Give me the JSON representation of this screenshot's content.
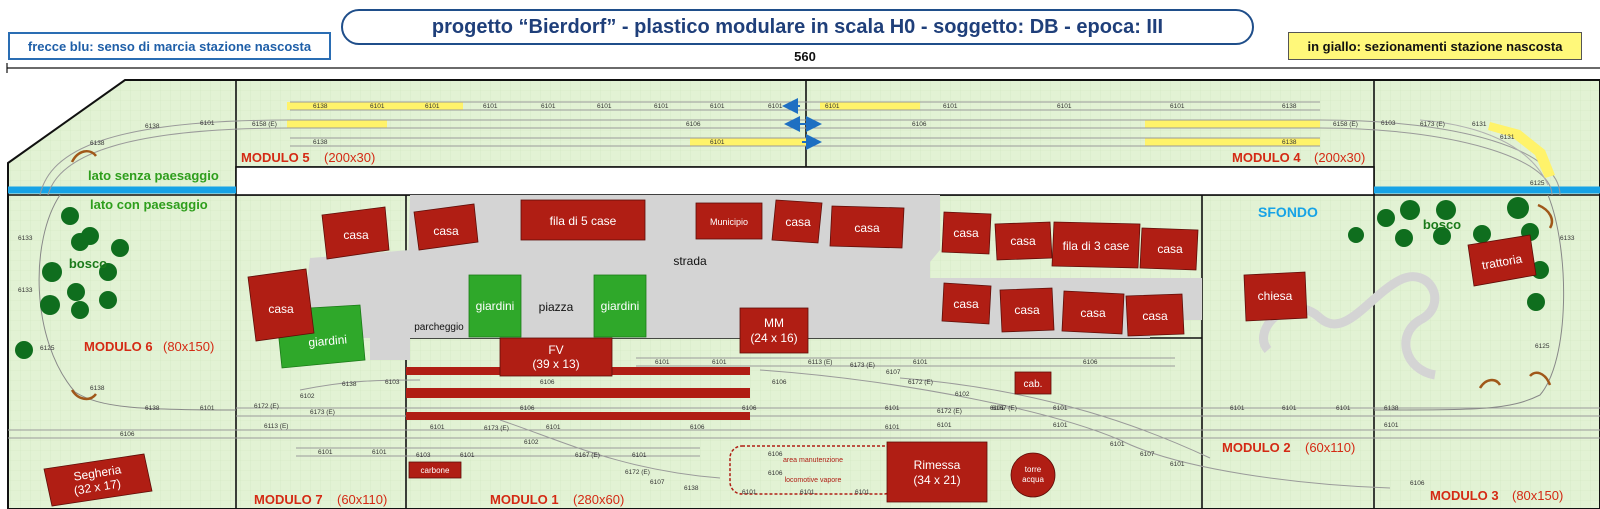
{
  "header": {
    "title": "progetto “Bierdorf” -  plastico modulare in scala H0  -  soggetto: DB  -  epoca: III",
    "left_note": "frecce blu: senso di marcia stazione nascosta",
    "right_note": "in giallo: sezionamenti stazione nascosta",
    "total_length": "560"
  },
  "side_labels": {
    "no_landscape": "lato senza paesaggio",
    "with_landscape": "lato con paesaggio",
    "background": "SFONDO"
  },
  "modules": {
    "m1": {
      "name": "MODULO 1",
      "size": "(280x60)"
    },
    "m2": {
      "name": "MODULO 2",
      "size": "(60x110)"
    },
    "m3": {
      "name": "MODULO 3",
      "size": "(80x150)"
    },
    "m4": {
      "name": "MODULO 4",
      "size": "(200x30)"
    },
    "m5": {
      "name": "MODULO 5",
      "size": "(200x30)"
    },
    "m6": {
      "name": "MODULO 6",
      "size": "(80x150)"
    },
    "m7": {
      "name": "MODULO 7",
      "size": "(60x110)"
    }
  },
  "buildings": {
    "casa": "casa",
    "fila5": "fila di 5 case",
    "municipio": "Municipio",
    "fila3": "fila di 3 case",
    "chiesa": "chiesa",
    "trattoria": "trattoria",
    "mm": "MM",
    "mm_size": "(24 x 16)",
    "fv": "FV",
    "fv_size": "(39 x 13)",
    "cab": "cab.",
    "rimessa": "Rimessa",
    "rimessa_size": "(34 x 21)",
    "torre_1": "torre",
    "torre_2": "acqua",
    "segheria": "Segheria",
    "segheria_size": "(32 x 17)",
    "carbone": "carbone"
  },
  "areas": {
    "strada": "strada",
    "piazza": "piazza",
    "parcheggio": "parcheggio",
    "giardini": "giardini",
    "bosco": "bosco",
    "maint_1": "area manutenzione",
    "maint_2": "locomotive  vapore"
  },
  "track_codes": {
    "c6101": "6101",
    "c6103": "6103",
    "c6106": "6106",
    "c6107": "6107",
    "c6102": "6102",
    "c6125": "6125",
    "c6131": "6131",
    "c6133": "6133",
    "c6138": "6138",
    "c6113e": "6113 (E)",
    "c6158e": "6158 (E)",
    "c6172e": "6172 (E)",
    "c6173e": "6173 (E)",
    "c6167e": "6167 (E)"
  },
  "colors": {
    "grass": "#e2f2d4",
    "road": "#d4d4d4",
    "building": "#b01e14",
    "garden": "#2fa82a",
    "tree": "#0f6e1e",
    "blue_line": "#17a3e6",
    "section_yellow": "#fff36a",
    "label_red": "#d42a14",
    "label_green": "#2e9e1c",
    "title_blue": "#1f3f7a"
  }
}
